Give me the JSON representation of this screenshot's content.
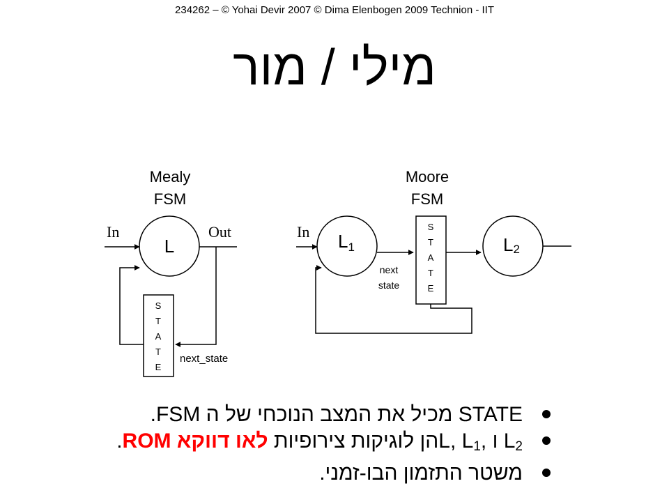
{
  "header": "234262 – © Yohai Devir 2007 © Dima Elenbogen 2009 Technion - IIT",
  "title": "מילי / מור",
  "mealy": {
    "label_line1": "Mealy",
    "label_line2": "FSM",
    "in": "In",
    "out": "Out",
    "logic": "L",
    "state_letters": [
      "S",
      "T",
      "A",
      "T",
      "E"
    ],
    "next_state": "next_state"
  },
  "moore": {
    "label_line1": "Moore",
    "label_line2": "FSM",
    "in": "In",
    "l1_main": "L",
    "l1_sub": "1",
    "l2_main": "L",
    "l2_sub": "2",
    "state_letters": [
      "S",
      "T",
      "A",
      "T",
      "E"
    ],
    "next_line1": "next",
    "next_line2": "state"
  },
  "bullets": {
    "b1": "STATE מכיל את המצב הנוכחי של ה FSM.",
    "b2_part1": "L, L",
    "b2_sub1": "1",
    "b2_part2": ", ו L",
    "b2_sub2": "2",
    "b2_part3": "הן לוגיקות צירופיות ",
    "b2_red": "לאו דווקא ROM",
    "b2_end": ".",
    "b3": "משטר התזמון הבו-זמני."
  },
  "colors": {
    "emphasis": "#ff0000",
    "foreground": "#000000",
    "background": "#ffffff"
  }
}
